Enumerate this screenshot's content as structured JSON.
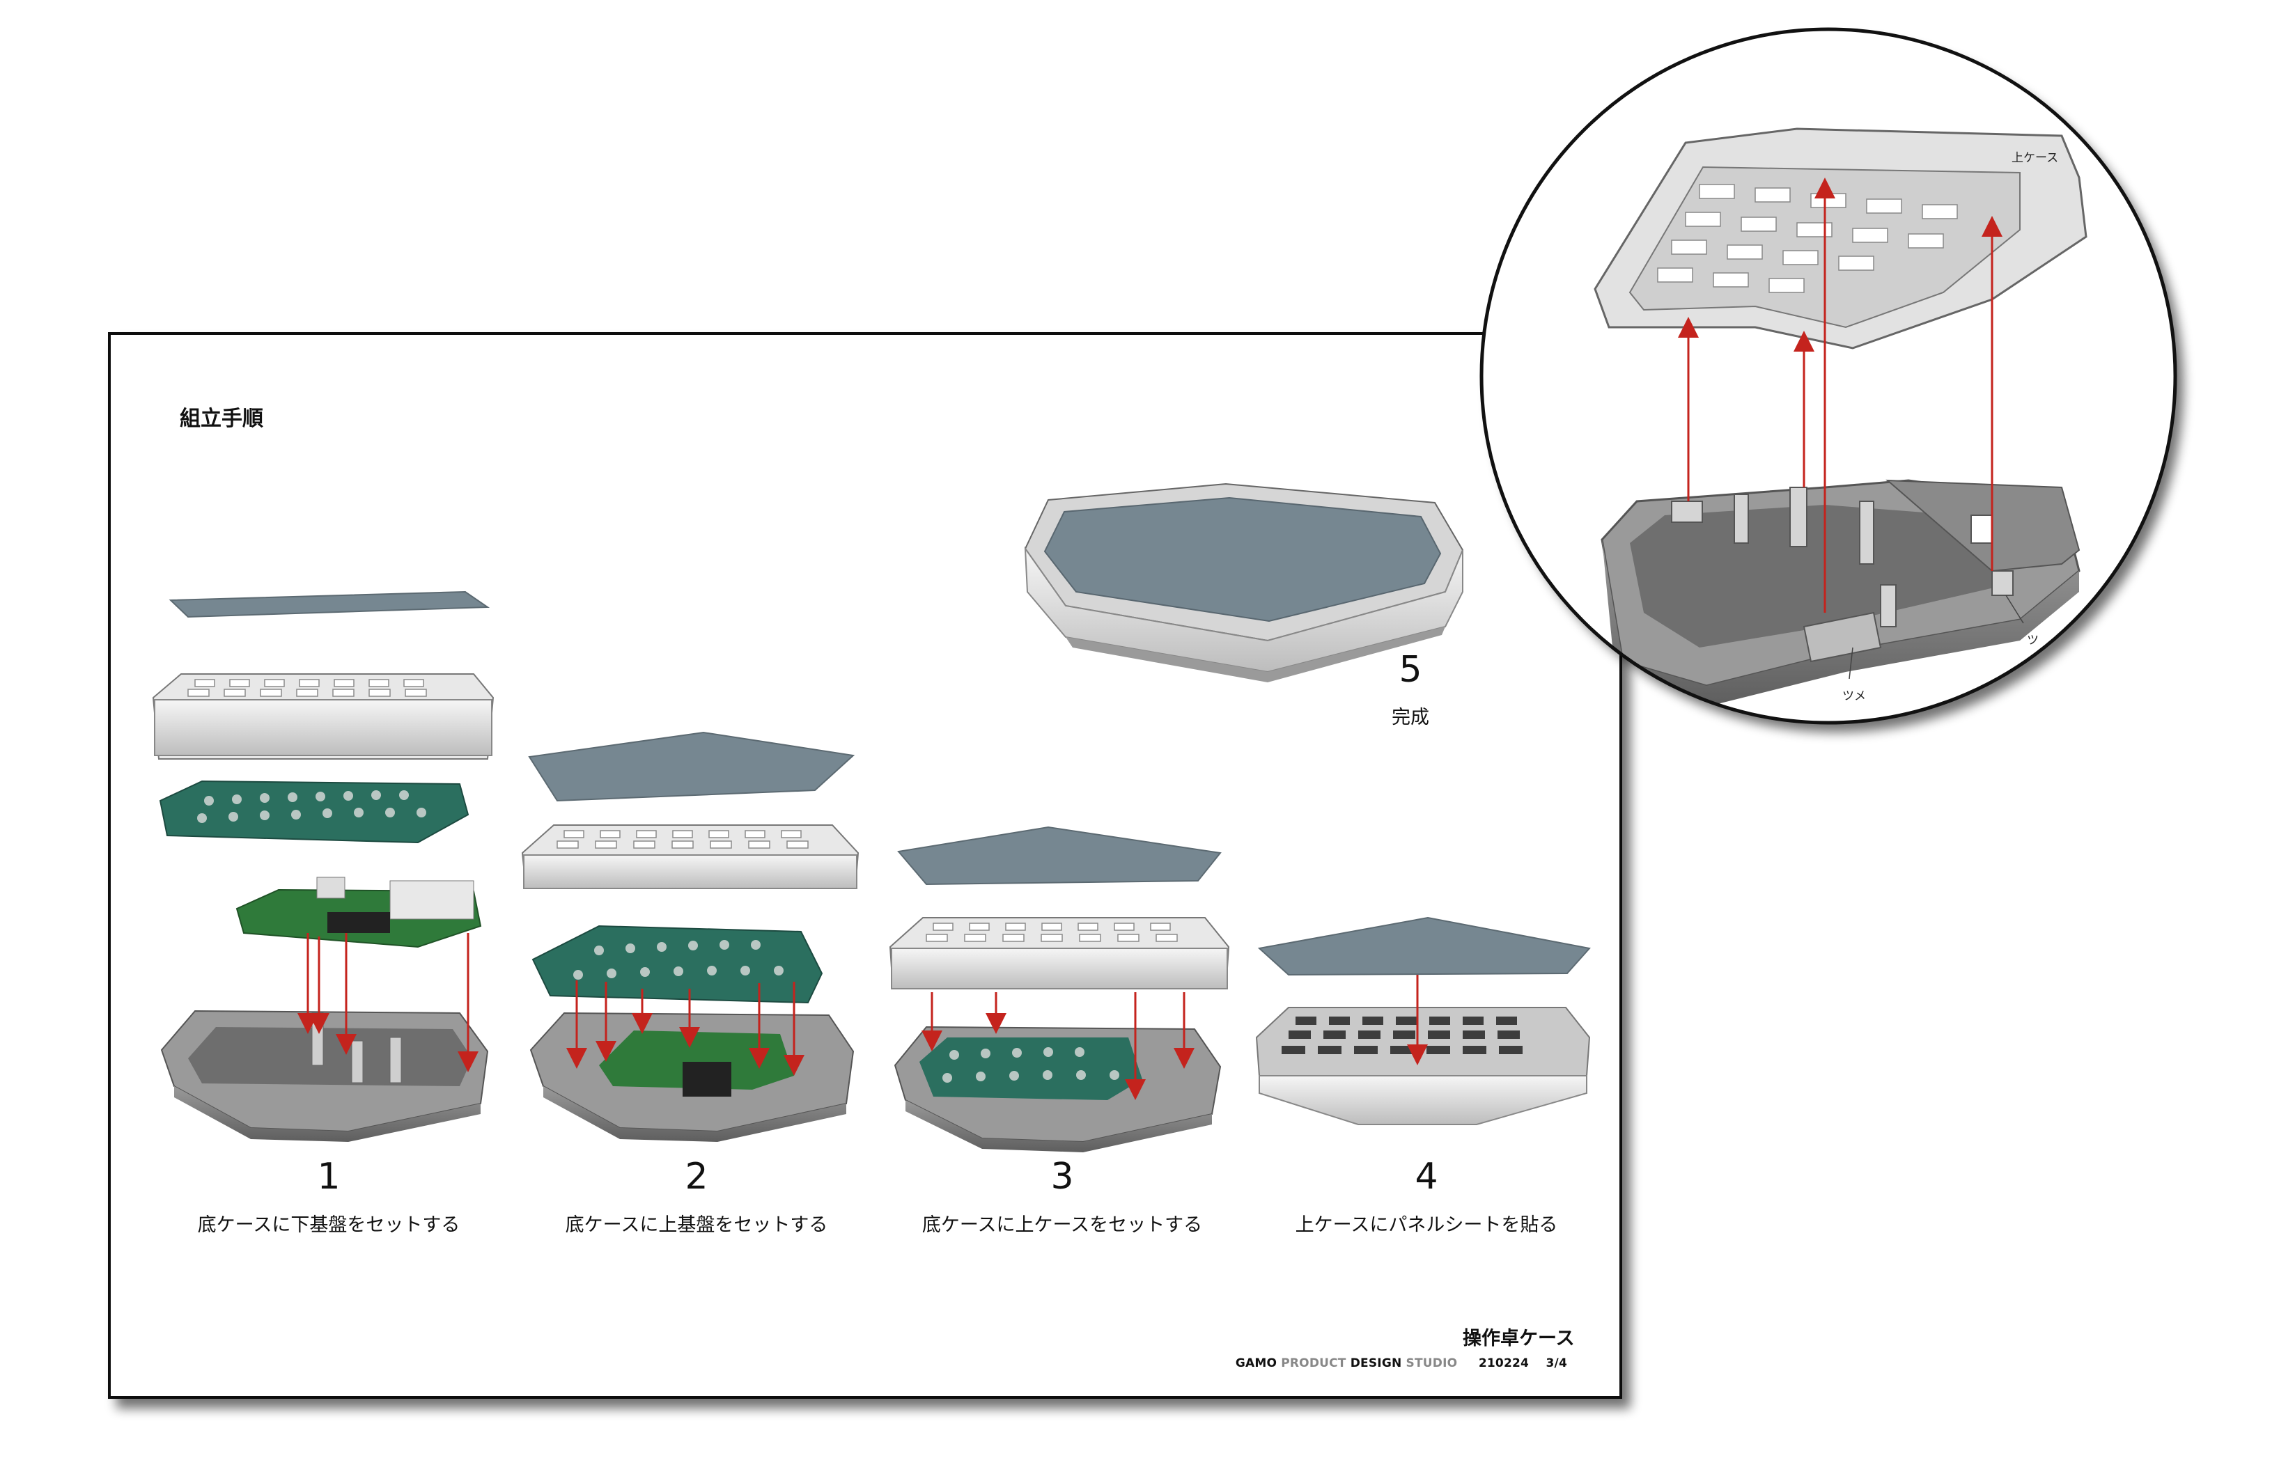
{
  "title": "組立手順",
  "steps": [
    {
      "number": "1",
      "caption": "底ケースに下基盤をセットする"
    },
    {
      "number": "2",
      "caption": "底ケースに上基盤をセットする"
    },
    {
      "number": "3",
      "caption": "底ケースに上ケースをセットする"
    },
    {
      "number": "4",
      "caption": "上ケースにパネルシートを貼る"
    },
    {
      "number": "5",
      "caption": "完成"
    }
  ],
  "product_name": "操作卓ケース",
  "footer": {
    "studio_a": "GAMO",
    "studio_b": "PRODUCT",
    "studio_c": "DESIGN",
    "studio_d": "STUDIO",
    "date_code": "210224",
    "page": "3/4"
  },
  "zoom_labels": {
    "upper_case": "上ケース",
    "tab_a": "ツメ",
    "tab_b": "ツ"
  },
  "colors": {
    "panel_sheet": "#768791",
    "pcb_green": "#2b6f5f",
    "case_light": "#e4e4e4",
    "case_dark": "#8e8e8e",
    "arrow_red": "#c4231d"
  }
}
